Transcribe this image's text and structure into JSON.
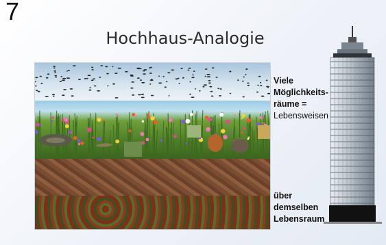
{
  "slide": {
    "number": "7",
    "title": "Hochhaus-Analogie"
  },
  "labels": {
    "upper": {
      "line1": "Viele",
      "line2": "Möglichkeits-",
      "line3": "räume =",
      "line4": "Lebensweisen"
    },
    "lower": {
      "line1": "über",
      "line2": "demselben",
      "line3": "Lebensraum"
    }
  },
  "colors": {
    "sky": "#a9c6de",
    "meadow": "#4e7d28",
    "soil": "#7a4d33",
    "deep_soil": "#7e2f1a",
    "tower_glass": "#8a96a3",
    "tower_base": "#111111"
  }
}
